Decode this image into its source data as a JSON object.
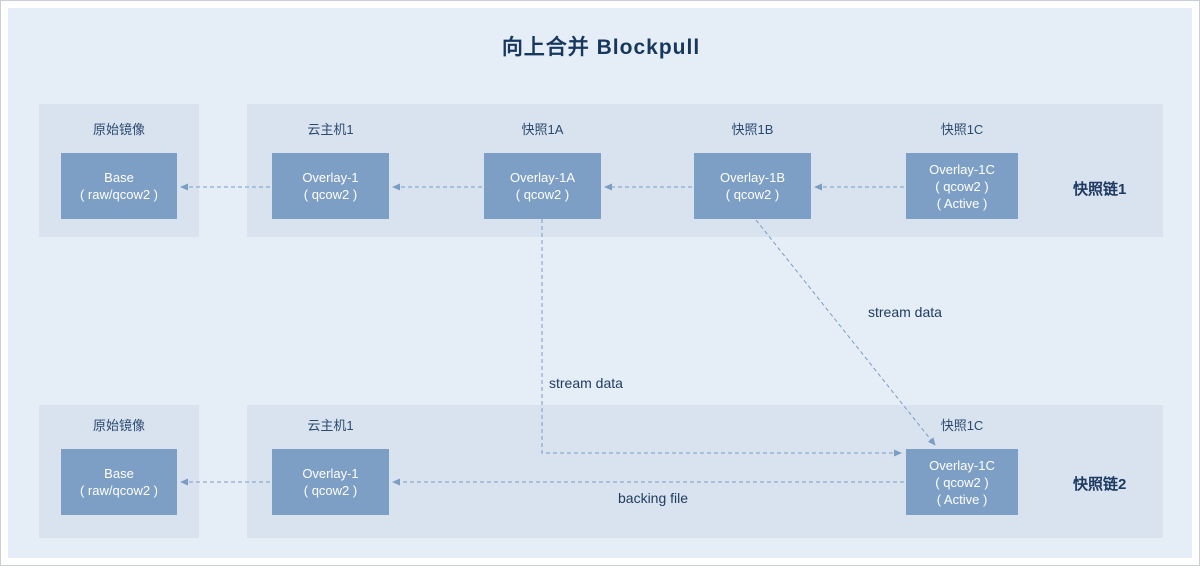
{
  "title": "向上合并 Blockpull",
  "chain1": {
    "name": "快照链1",
    "source": {
      "label": "原始镜像",
      "box": {
        "line1": "Base",
        "line2": "( raw/qcow2 )"
      }
    },
    "nodes": [
      {
        "label": "云主机1",
        "box": {
          "line1": "Overlay-1",
          "line2": "( qcow2 )"
        }
      },
      {
        "label": "快照1A",
        "box": {
          "line1": "Overlay-1A",
          "line2": "( qcow2 )"
        }
      },
      {
        "label": "快照1B",
        "box": {
          "line1": "Overlay-1B",
          "line2": "( qcow2 )"
        }
      },
      {
        "label": "快照1C",
        "box": {
          "line1": "Overlay-1C",
          "line2": "( qcow2 )",
          "line3": "( Active )"
        }
      }
    ]
  },
  "chain2": {
    "name": "快照链2",
    "source": {
      "label": "原始镜像",
      "box": {
        "line1": "Base",
        "line2": "( raw/qcow2 )"
      }
    },
    "nodes": [
      {
        "label": "云主机1",
        "box": {
          "line1": "Overlay-1",
          "line2": "( qcow2 )"
        }
      },
      {
        "label": "快照1C",
        "box": {
          "line1": "Overlay-1C",
          "line2": "( qcow2 )",
          "line3": "( Active )"
        }
      }
    ]
  },
  "annotations": {
    "stream_data_1a": "stream data",
    "stream_data_1b": "stream data",
    "backing_file": "backing file"
  },
  "colors": {
    "background": "#e5edf6",
    "panel": "#d9e3f0",
    "box": "#7d9fc5",
    "box_text": "#ffffff",
    "title_text": "#17375d",
    "arrow": "#7b9cc3"
  }
}
